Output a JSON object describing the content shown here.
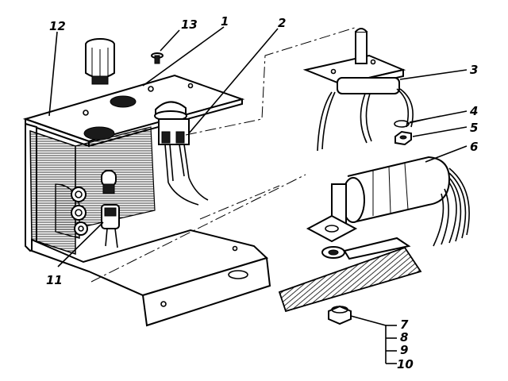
{
  "figure": {
    "labels": {
      "l1": "1",
      "l2": "2",
      "l3": "3",
      "l4": "4",
      "l5": "5",
      "l6": "6",
      "l7": "7",
      "l8": "8",
      "l9": "9",
      "l10": "10",
      "l11": "11",
      "l12": "12",
      "l13": "13"
    }
  },
  "colors": {
    "ink": "#000000",
    "paper": "#ffffff"
  }
}
